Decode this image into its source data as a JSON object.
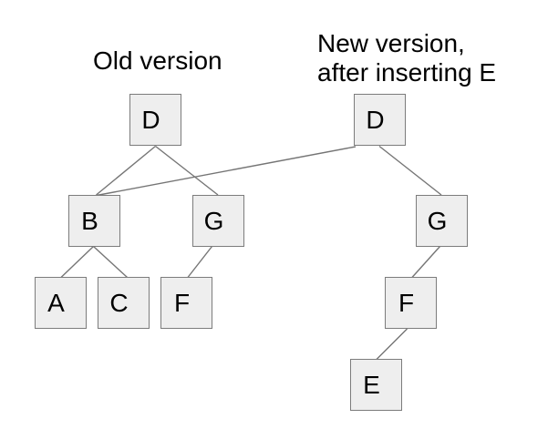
{
  "diagram": {
    "description": "Persistent binary tree structural-sharing diagram: old version tree and new version tree after inserting E, sharing the B subtree",
    "titles": {
      "old": "Old version",
      "new_line1": "New version,",
      "new_line2": "after inserting E"
    },
    "colors": {
      "background": "#ffffff",
      "node_fill": "#eeeeee",
      "node_border": "#7c7c7c",
      "edge": "#757575",
      "text": "#000000"
    },
    "nodes": {
      "old_d": {
        "label": "D"
      },
      "old_b": {
        "label": "B"
      },
      "old_g": {
        "label": "G"
      },
      "old_a": {
        "label": "A"
      },
      "old_c": {
        "label": "C"
      },
      "old_f": {
        "label": "F"
      },
      "new_d": {
        "label": "D"
      },
      "new_g": {
        "label": "G"
      },
      "new_f": {
        "label": "F"
      },
      "new_e": {
        "label": "E"
      }
    },
    "edges": [
      {
        "from": "old_d",
        "to": "old_b"
      },
      {
        "from": "old_d",
        "to": "old_g"
      },
      {
        "from": "old_b",
        "to": "old_a"
      },
      {
        "from": "old_b",
        "to": "old_c"
      },
      {
        "from": "old_g",
        "to": "old_f"
      },
      {
        "from": "new_d",
        "to": "old_b",
        "note": "shared subtree"
      },
      {
        "from": "new_d",
        "to": "new_g"
      },
      {
        "from": "new_g",
        "to": "new_f"
      },
      {
        "from": "new_f",
        "to": "new_e"
      }
    ]
  }
}
